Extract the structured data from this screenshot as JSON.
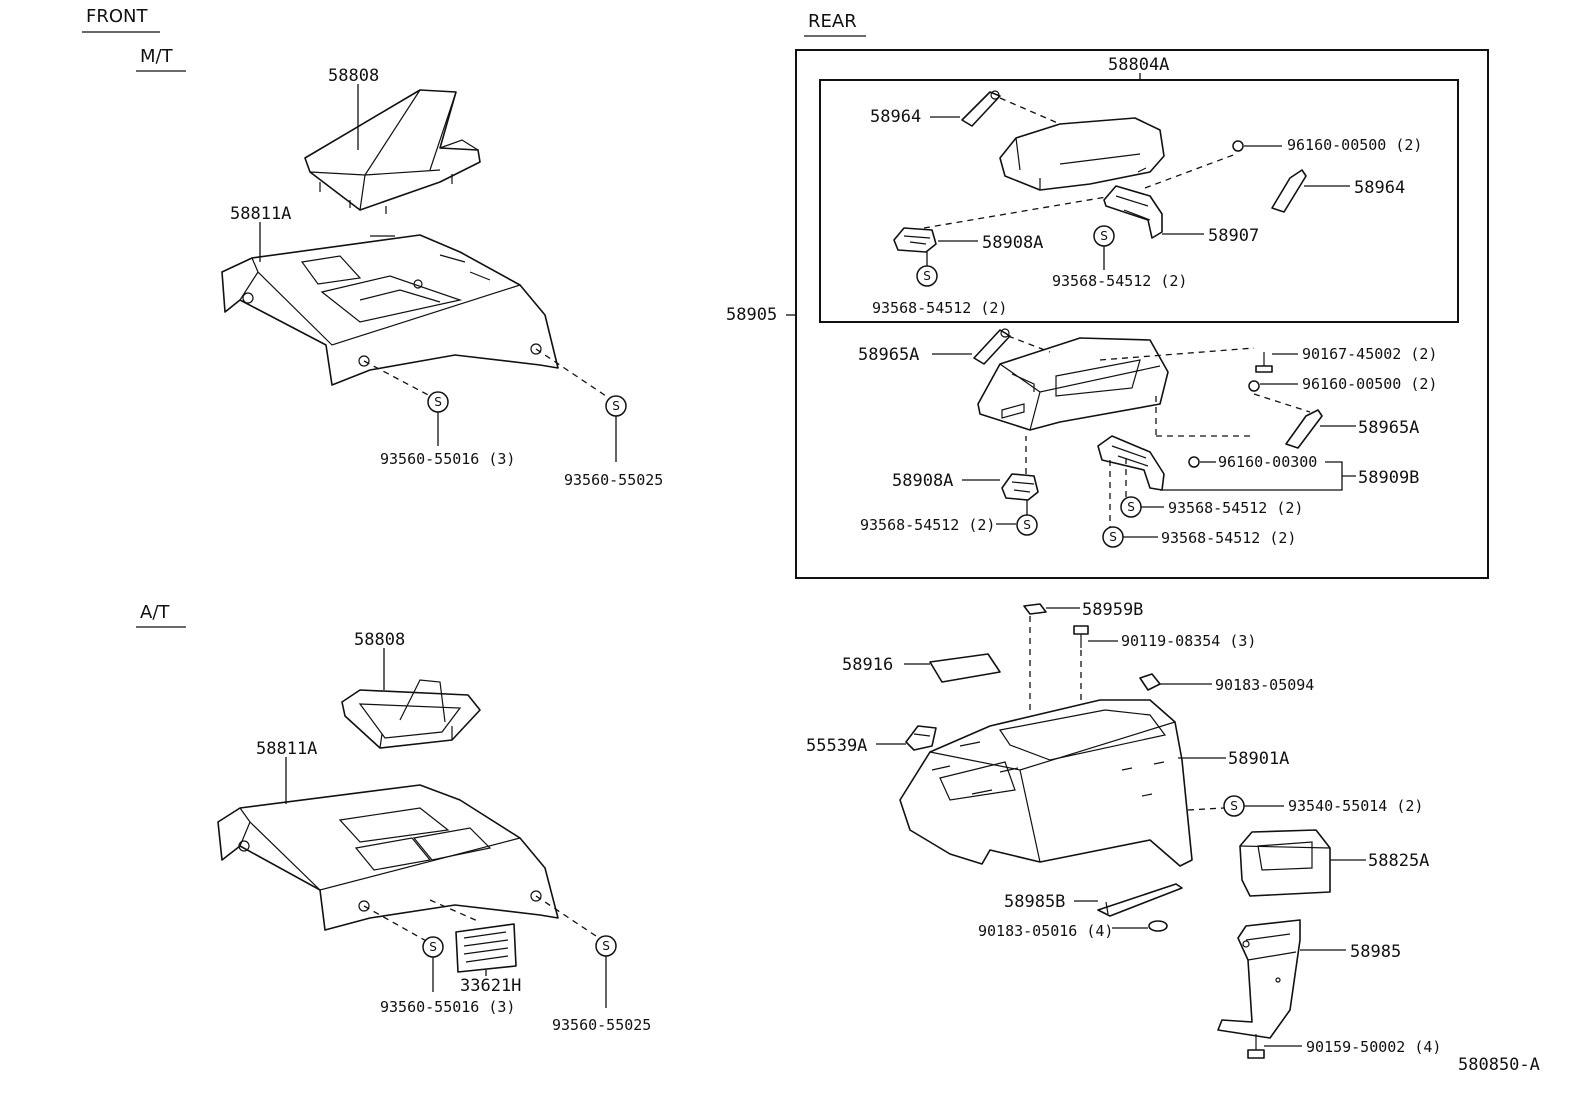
{
  "headers": {
    "front": "FRONT",
    "mt": "M/T",
    "at": "A/T",
    "rear": "REAR"
  },
  "fastener_symbol": "S",
  "labels": {
    "mt_58808": "58808",
    "mt_58811a": "58811A",
    "mt_93560_55016": "93560-55016 (3)",
    "mt_93560_55025": "93560-55025",
    "at_58808": "58808",
    "at_58811a": "58811A",
    "at_33621h": "33621H",
    "at_93560_55016": "93560-55016 (3)",
    "at_93560_55025": "93560-55025",
    "r_58804a": "58804A",
    "r_58964_left": "58964",
    "r_96160_00500_top": "96160-00500 (2)",
    "r_58964_right": "58964",
    "r_58908a_top": "58908A",
    "r_58907": "58907",
    "r_93568_54512_a": "93568-54512 (2)",
    "r_93568_54512_b": "93568-54512 (2)",
    "r_58905": "58905",
    "r_58965a_left": "58965A",
    "r_90167_45002": "90167-45002 (2)",
    "r_96160_00500_mid": "96160-00500 (2)",
    "r_58965a_right": "58965A",
    "r_96160_00300": "96160-00300",
    "r_58909b": "58909B",
    "r_58908a_bottom": "58908A",
    "r_93568_54512_c": "93568-54512 (2)",
    "r_93568_54512_d": "93568-54512 (2)",
    "r_93568_54512_e": "93568-54512 (2)",
    "r_58959b": "58959B",
    "r_90119_08354": "90119-08354 (3)",
    "r_58916": "58916",
    "r_90183_05094": "90183-05094",
    "r_55539a": "55539A",
    "r_58901a": "58901A",
    "r_93540_55014": "93540-55014 (2)",
    "r_58825a": "58825A",
    "r_58985b": "58985B",
    "r_90183_05016": "90183-05016 (4)",
    "r_58985": "58985",
    "r_90159_50002": "90159-50002 (4)",
    "diagram_id": "580850-A"
  }
}
